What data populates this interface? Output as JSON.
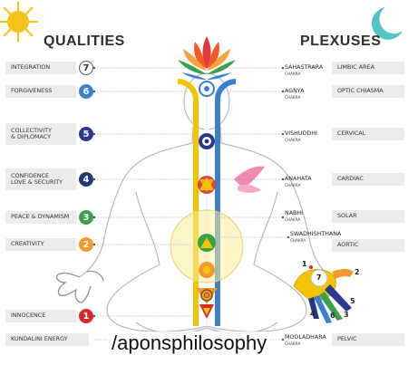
{
  "headings": {
    "qualities": "QUALITIES",
    "plexuses": "PLEXUSES"
  },
  "qualities": [
    {
      "label": "INTEGRATION",
      "number": "7",
      "color": "#ffffff",
      "text_color": "#333333"
    },
    {
      "label": "FORGIVENESS",
      "number": "6",
      "color": "#3a7fd0"
    },
    {
      "label": "COLLECTIVITY\n& DIPLOMACY",
      "number": "5",
      "color": "#2b3990"
    },
    {
      "label": "CONFIDENCE\nLOVE & SECURITY",
      "number": "4",
      "color": "#223a7a"
    },
    {
      "label": "PEACE & DYNAMISM",
      "number": "3",
      "color": "#3aa14a"
    },
    {
      "label": "CREATIVITY",
      "number": "2",
      "color": "#f2992e"
    },
    {
      "label": "INNOCENCE",
      "number": "1",
      "color": "#d8262b"
    },
    {
      "label": "KUNDALINI ENERGY",
      "number": "",
      "color": ""
    }
  ],
  "plexuses": [
    {
      "chakra": "SAHASTRARA",
      "sub": "CHAKRA",
      "plexus": "LIMBIC AREA"
    },
    {
      "chakra": "AGNYA",
      "sub": "CHAKRA",
      "plexus": "OPTIC CHIASMA"
    },
    {
      "chakra": "VISHUDDHI",
      "sub": "CHAKRA",
      "plexus": "CERVICAL"
    },
    {
      "chakra": "ANAHATA",
      "sub": "CHAKRA",
      "plexus": "CARDIAC"
    },
    {
      "chakra": "NABHI",
      "sub": "CHAKRA",
      "plexus": "SOLAR"
    },
    {
      "chakra": "SWADHISHTHANA",
      "sub": "CHAKRA",
      "plexus": "AORTIC"
    },
    {
      "chakra": "MOOLADHARA",
      "sub": "CHAKRA",
      "plexus": "PELVIC"
    }
  ],
  "hand_numbers": [
    "1",
    "2",
    "3",
    "4",
    "5",
    "6",
    "7"
  ],
  "watermark": "/aponsphilosophy",
  "colors": {
    "sun": "#f6c31a",
    "moon": "#4fc6c4",
    "channel_yellow": "#f3c400",
    "channel_blue": "#3a7fd0",
    "body_outline": "#b9b9b9"
  }
}
